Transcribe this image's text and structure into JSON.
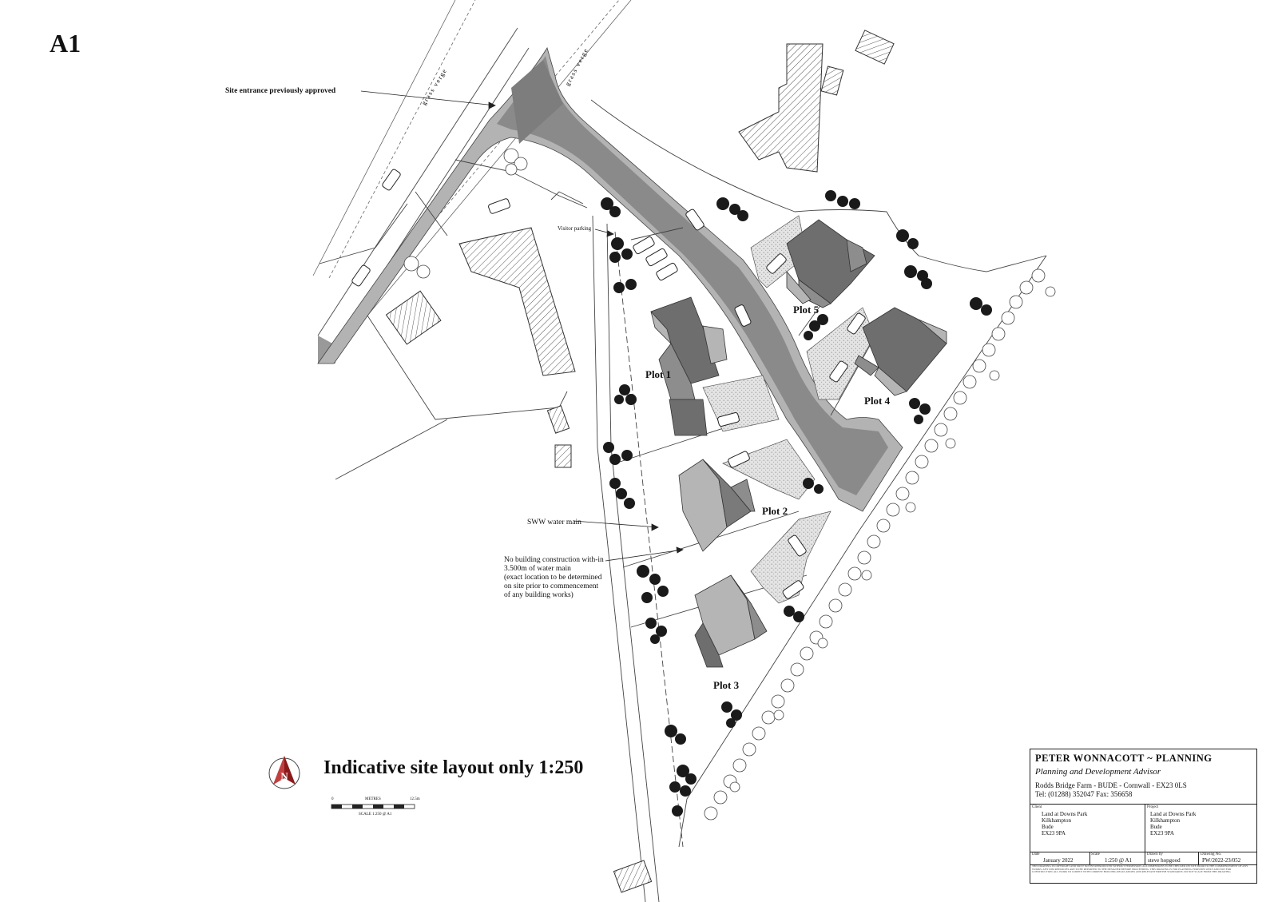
{
  "sheet": {
    "size_label": "A1"
  },
  "annotations": {
    "grass_verge_1": "grass verge",
    "grass_verge_2": "grass verge",
    "site_entrance": "Site entrance previously approved",
    "visitor_parking": "Visitor parking",
    "sww_water_main": "SWW water main",
    "no_building": "No building construction with-in\n3.500m of water main\n(exact location to be determined\non site prior to commencement\nof any building works)"
  },
  "plots": [
    {
      "label": "Plot 1"
    },
    {
      "label": "Plot 2"
    },
    {
      "label": "Plot 3"
    },
    {
      "label": "Plot 4"
    },
    {
      "label": "Plot 5"
    }
  ],
  "layout_title": "Indicative site layout only 1:250",
  "north_arrow": {
    "letter": "N",
    "icon": "north-arrow-icon"
  },
  "scale_bar": {
    "start": "0",
    "unit": "METRES",
    "end": "12.5m",
    "caption": "SCALE 1:250 @ A1"
  },
  "title_block": {
    "firm": "PETER WONNACOTT ~ PLANNING",
    "tagline": "Planning and Development Advisor",
    "address": "Rodds Bridge Farm  -  BUDE  -  Cornwall  -  EX23 0LS",
    "tel": "Tel: (01288) 352047      Fax: 356658",
    "client_caption": "Client",
    "client": "Land at Downs Park\nKilkhampton\nBude\nEX23 9PA",
    "project_caption": "Project",
    "project": "Land at Downs Park\nKilkhampton\nBude\nEX23 9PA",
    "date_caption": "Date",
    "date": "January 2022",
    "scale_caption": "Scale",
    "scale": "1:250 @ A1",
    "drawn_caption": "Drawn by",
    "drawn_by": "steve hopgood",
    "drawing_caption": "Drawing No.",
    "drawing_no": "PW/2022-23/052",
    "fine_print": "THIS DRAWING IS COPYRIGHT AND MUST NOT BE REPRODUCED WITHOUT PERMISSION. ALL DIMENSIONS TO BE CHECKED ON SITE PRIOR TO THE COMMENCEMENT OF ANY WORKS. ANY DISCREPANCIES ARE TO BE REPORTED TO THE DESIGNER BEFORE PROCEEDING. THIS DRAWING IS FOR PLANNING PURPOSES ONLY AND NOT FOR CONSTRUCTION. ALL WORK TO COMPLY WITH CURRENT BUILDING REGULATIONS AND RELEVANT BRITISH STANDARDS. DO NOT SCALE FROM THIS DRAWING."
  },
  "colors": {
    "road": "#8a8a8a",
    "road_edge": "#b3b3b3",
    "roof_dark": "#6e6e6e",
    "roof_mid": "#8d8d8d",
    "roof_light": "#b5b5b5",
    "drive": "#d6d6d6",
    "tree": "#1a1a1a",
    "line": "#333333",
    "north_red": "#8b1a1a"
  }
}
